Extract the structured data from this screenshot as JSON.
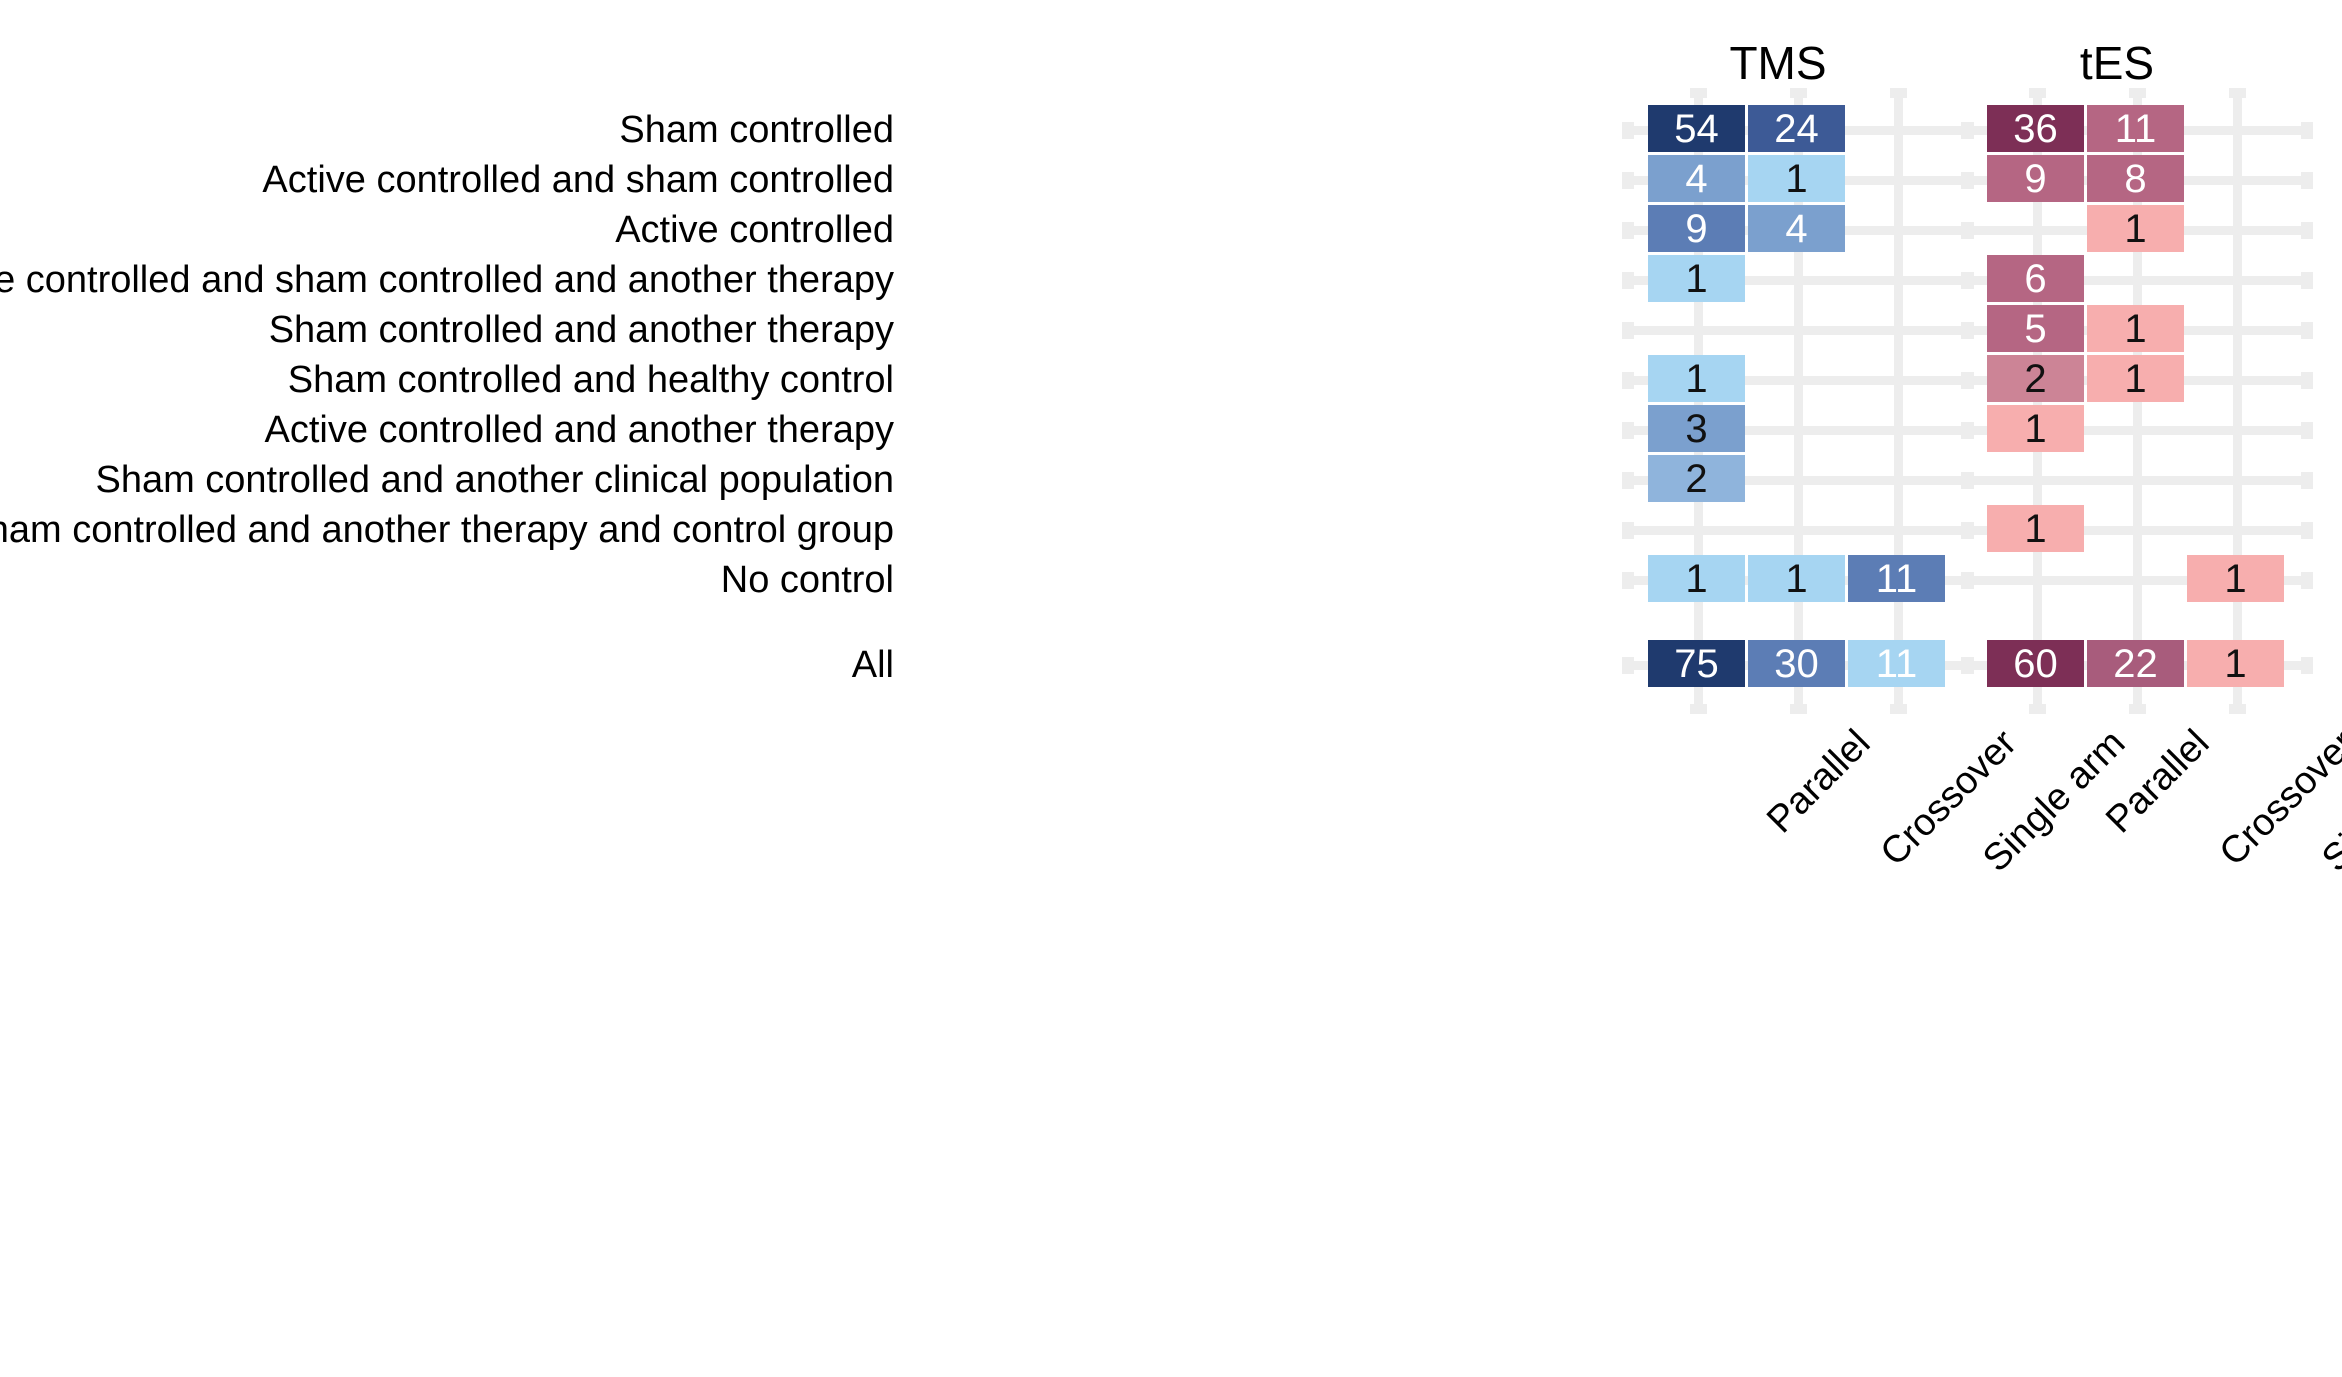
{
  "chart_data": {
    "type": "heatmap",
    "title": "",
    "xlabel": "",
    "ylabel": "",
    "grid": true,
    "legend_position": "none",
    "panels": [
      {
        "name": "TMS",
        "label": "TMS",
        "accent": "#1F3A6E"
      },
      {
        "name": "tES",
        "label": "tES",
        "accent": "#7D2F56"
      }
    ],
    "columns": [
      "Parallel",
      "Crossover",
      "Single arm"
    ],
    "rows": [
      "Sham controlled",
      "Active controlled and sham controlled",
      "Active controlled",
      "Active controlled and sham controlled and another therapy",
      "Sham controlled and another therapy",
      "Sham controlled and healthy control",
      "Active controlled and another therapy",
      "Sham controlled and another clinical population",
      "Sham controlled and another therapy and control group",
      "No control"
    ],
    "summary_row": "All",
    "series": [
      {
        "name": "TMS",
        "values": [
          [
            54,
            24,
            null
          ],
          [
            4,
            1,
            null
          ],
          [
            9,
            4,
            null
          ],
          [
            1,
            null,
            null
          ],
          [
            null,
            null,
            null
          ],
          [
            1,
            null,
            null
          ],
          [
            3,
            null,
            null
          ],
          [
            2,
            null,
            null
          ],
          [
            null,
            null,
            null
          ],
          [
            1,
            1,
            11
          ]
        ],
        "summary_values": [
          75,
          30,
          11
        ]
      },
      {
        "name": "tES",
        "values": [
          [
            36,
            11,
            null
          ],
          [
            9,
            8,
            null
          ],
          [
            null,
            1,
            null
          ],
          [
            6,
            null,
            null
          ],
          [
            5,
            1,
            null
          ],
          [
            2,
            1,
            null
          ],
          [
            1,
            null,
            null
          ],
          [
            null,
            null,
            null
          ],
          [
            1,
            null,
            null
          ],
          [
            null,
            null,
            1
          ]
        ],
        "summary_values": [
          60,
          22,
          1
        ]
      }
    ],
    "cell_colors": {
      "TMS": [
        [
          "#1F3A6E",
          "#3D5A96",
          null
        ],
        [
          "#7BA0CE",
          "#A6D5F2",
          null
        ],
        [
          "#5C7DB5",
          "#7BA0CE",
          null
        ],
        [
          "#A6D5F2",
          null,
          null
        ],
        [
          null,
          null,
          null
        ],
        [
          "#A6D5F2",
          null,
          null
        ],
        [
          "#7BA0CE",
          null,
          null
        ],
        [
          "#8FB4DC",
          null,
          null
        ],
        [
          null,
          null,
          null
        ],
        [
          "#A6D5F2",
          "#A6D5F2",
          "#5C7DB5"
        ]
      ],
      "TMS_summary": [
        "#1F3A6E",
        "#5C7DB5",
        "#A6D5F2"
      ],
      "tES": [
        [
          "#7D2F56",
          "#B56683",
          null
        ],
        [
          "#B56683",
          "#B56683",
          null
        ],
        [
          null,
          "#F7AEAE",
          null
        ],
        [
          "#B56683",
          null,
          null
        ],
        [
          "#B56683",
          "#F7AEAE",
          null
        ],
        [
          "#CC8496",
          "#F7AEAE",
          null
        ],
        [
          "#F7AEAE",
          null,
          null
        ],
        [
          null,
          null,
          null
        ],
        [
          "#F7AEAE",
          null,
          null
        ],
        [
          null,
          null,
          "#F7AEAE"
        ]
      ],
      "tES_summary": [
        "#7D2F56",
        "#A85C7C",
        "#F7AEAE"
      ]
    },
    "text_colors": {
      "TMS": [
        [
          "#FFFFFF",
          "#FFFFFF",
          null
        ],
        [
          "#FFFFFF",
          "#111111",
          null
        ],
        [
          "#FFFFFF",
          "#FFFFFF",
          null
        ],
        [
          "#111111",
          null,
          null
        ],
        [
          null,
          null,
          null
        ],
        [
          "#111111",
          null,
          null
        ],
        [
          "#111111",
          null,
          null
        ],
        [
          "#111111",
          null,
          null
        ],
        [
          null,
          null,
          null
        ],
        [
          "#111111",
          "#111111",
          "#FFFFFF"
        ]
      ],
      "TMS_summary": [
        "#FFFFFF",
        "#FFFFFF",
        "#FFFFFF"
      ],
      "tES": [
        [
          "#FFFFFF",
          "#FFFFFF",
          null
        ],
        [
          "#FFFFFF",
          "#FFFFFF",
          null
        ],
        [
          null,
          "#111111",
          null
        ],
        [
          "#FFFFFF",
          null,
          null
        ],
        [
          "#FFFFFF",
          "#111111",
          null
        ],
        [
          "#111111",
          "#111111",
          null
        ],
        [
          "#111111",
          null,
          null
        ],
        [
          null,
          null,
          null
        ],
        [
          "#111111",
          null,
          null
        ],
        [
          null,
          null,
          "#111111"
        ]
      ],
      "tES_summary": [
        "#FFFFFF",
        "#FFFFFF",
        "#111111"
      ]
    }
  },
  "colors": {
    "background": "#FFFFFF",
    "gridline": "#EDEDED",
    "text": "#000000",
    "tms_accent": "#1F3A6E",
    "tes_accent": "#7D2F56"
  }
}
